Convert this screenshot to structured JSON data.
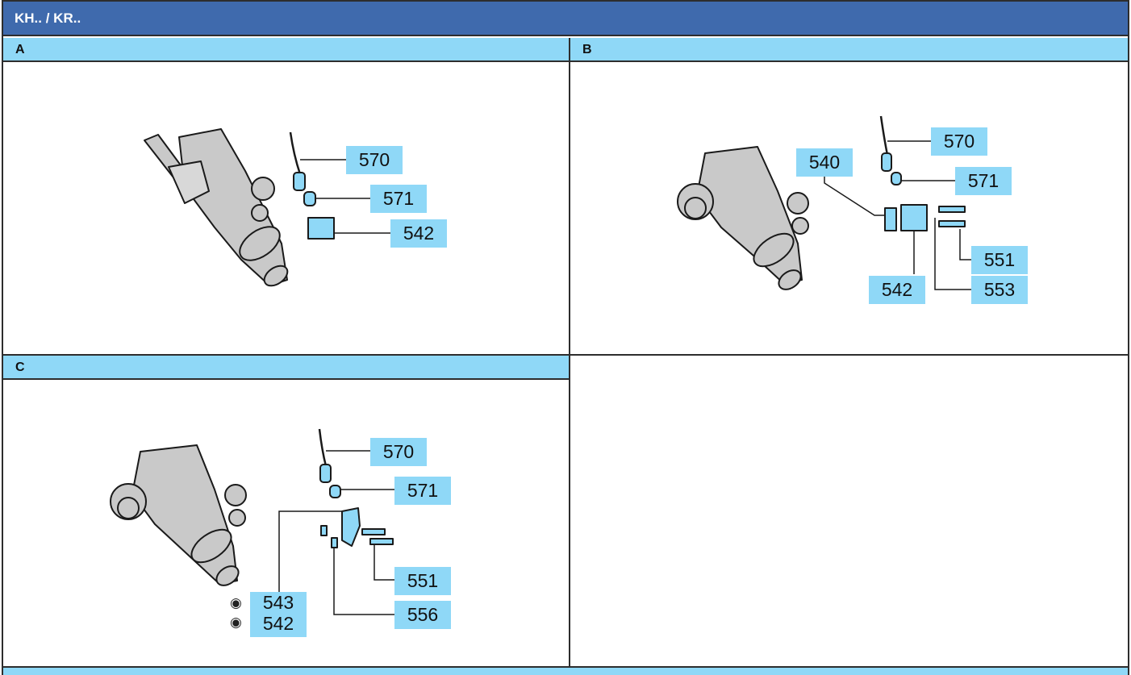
{
  "header": {
    "title": "KH.. / KR.."
  },
  "sections": {
    "a": {
      "label": "A",
      "parts": [
        "570",
        "571",
        "542"
      ]
    },
    "b": {
      "label": "B",
      "parts": [
        "570",
        "540",
        "571",
        "551",
        "542",
        "553"
      ]
    },
    "c": {
      "label": "C",
      "parts": [
        "570",
        "571",
        "551",
        "543",
        "542",
        "556"
      ]
    }
  },
  "colors": {
    "title_bar": "#3f6aad",
    "section_header": "#8fd8f7",
    "callout": "#8fd8f7",
    "border": "#2d2d2d"
  },
  "icons": {
    "c_543": "variant-symbol-icon",
    "c_542": "variant-symbol-icon"
  }
}
